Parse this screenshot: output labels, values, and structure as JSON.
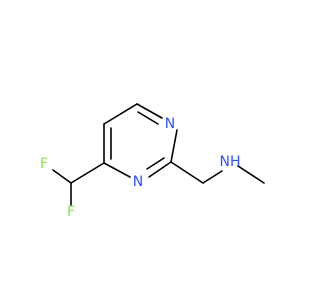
{
  "molecule": {
    "atoms": [
      {
        "id": "f1",
        "label": "F",
        "color": "#90e050"
      },
      {
        "id": "f2",
        "label": "F",
        "color": "#90e050"
      },
      {
        "id": "n1",
        "label": "N",
        "color": "#3050f8"
      },
      {
        "id": "n3",
        "label": "N",
        "color": "#3050f8"
      },
      {
        "id": "nh",
        "label": "NH",
        "color": "#3050f8"
      }
    ]
  }
}
